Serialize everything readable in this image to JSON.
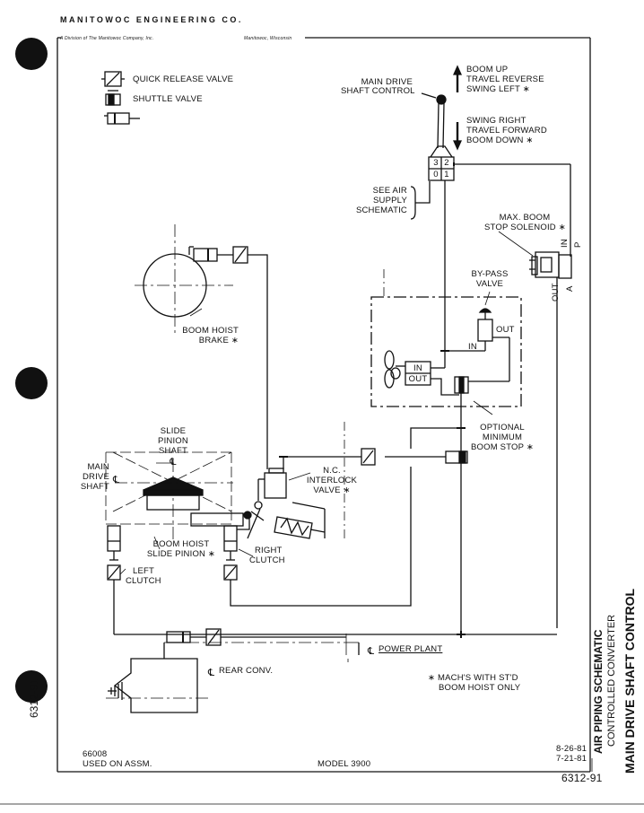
{
  "header": {
    "company": "MANITOWOC ENGINEERING CO.",
    "division": "A Division of The Manitowoc Company, Inc.",
    "city": "Manitowoc, Wisconsin"
  },
  "legend": [
    {
      "icon": "quick-release-valve-symbol",
      "label": "QUICK RELEASE VALVE"
    },
    {
      "icon": "shuttle-valve-symbol",
      "label": "SHUTTLE VALVE"
    },
    {
      "icon": "air-cylinder-symbol",
      "label": ""
    }
  ],
  "labels": {
    "main_drive_shaft_control": [
      "MAIN DRIVE",
      "SHAFT CONTROL"
    ],
    "up_directions": [
      "BOOM UP",
      "TRAVEL REVERSE",
      "SWING LEFT ∗"
    ],
    "down_directions": [
      "SWING RIGHT",
      "TRAVEL FORWARD",
      "BOOM DOWN ∗"
    ],
    "lever_positions": [
      "3",
      "2",
      "0",
      "1"
    ],
    "see_air_supply": [
      "SEE AIR",
      "SUPPLY",
      "SCHEMATIC"
    ],
    "max_boom_stop": [
      "MAX. BOOM",
      "STOP SOLENOID ∗"
    ],
    "port_in": "IN",
    "port_p": "P",
    "port_out": "OUT",
    "port_a": "A",
    "bypass_valve": [
      "BY-PASS",
      "VALVE"
    ],
    "valve_in": "IN",
    "valve_out": "OUT",
    "converter_in": "IN",
    "converter_out": "OUT",
    "optional_min_boom_stop": [
      "OPTIONAL",
      "MINIMUM",
      "BOOM STOP ∗"
    ],
    "boom_hoist_brake": [
      "BOOM HOIST",
      "BRAKE ∗"
    ],
    "slide_pinion_shaft": [
      "SLIDE",
      "PINION",
      "SHAFT"
    ],
    "cl": "℄",
    "main_drive_shaft": [
      "MAIN",
      "DRIVE",
      "SHAFT"
    ],
    "nc_interlock_valve": [
      "N.C.",
      "INTERLOCK",
      "VALVE ∗"
    ],
    "boom_hoist_slide_pinion": [
      "BOOM HOIST",
      "SLIDE PINION ∗"
    ],
    "right_clutch": [
      "RIGHT",
      "CLUTCH"
    ],
    "left_clutch": [
      "LEFT",
      "CLUTCH"
    ],
    "power_plant": "POWER PLANT",
    "rear_conv": "REAR CONV.",
    "footnote": [
      "∗ MACH'S WITH ST'D",
      "BOOM HOIST ONLY"
    ]
  },
  "title_block": {
    "title": "AIR PIPING SCHEMATIC",
    "subtitle": "CONTROLLED CONVERTER",
    "drawing_title": "MAIN DRIVE SHAFT CONTROL",
    "part_number": "66008",
    "used_on": "USED ON ASSM.",
    "model": "MODEL 3900",
    "date_1": "8-26-81",
    "date_2": "7-21-81",
    "drawing_number": "6312-91",
    "side_number": "6312-91"
  }
}
